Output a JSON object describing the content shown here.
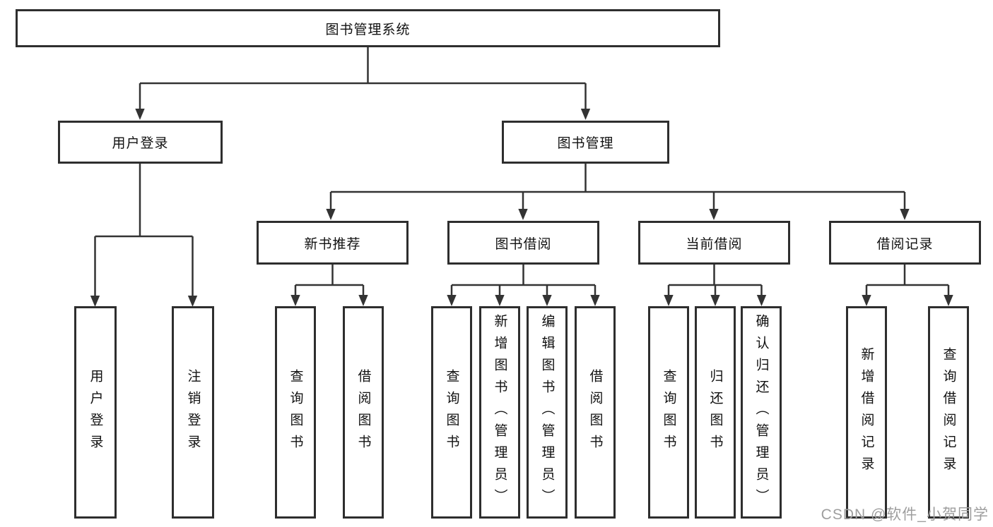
{
  "style": {
    "line_color": "#333333",
    "box_border_color": "#2e2e2e",
    "text_color": "#111111",
    "watermark_color": "#9e9e9e",
    "background": "#ffffff"
  },
  "tree": {
    "root": {
      "label": "图书管理系统",
      "children": [
        {
          "label": "用户登录",
          "children": [
            {
              "label": "用户登录"
            },
            {
              "label": "注销登录"
            }
          ]
        },
        {
          "label": "图书管理",
          "children": [
            {
              "label": "新书推荐",
              "children": [
                {
                  "label": "查询图书"
                },
                {
                  "label": "借阅图书"
                }
              ]
            },
            {
              "label": "图书借阅",
              "children": [
                {
                  "label": "查询图书"
                },
                {
                  "label": "新增图书（管理员）"
                },
                {
                  "label": "编辑图书（管理员）"
                },
                {
                  "label": "借阅图书"
                }
              ]
            },
            {
              "label": "当前借阅",
              "children": [
                {
                  "label": "查询图书"
                },
                {
                  "label": "归还图书"
                },
                {
                  "label": "确认归还（管理员）"
                }
              ]
            },
            {
              "label": "借阅记录",
              "children": [
                {
                  "label": "新增借阅记录"
                },
                {
                  "label": "查询借阅记录"
                }
              ]
            }
          ]
        }
      ]
    }
  },
  "watermark": {
    "text": "CSDN @软件_小贺同学"
  }
}
